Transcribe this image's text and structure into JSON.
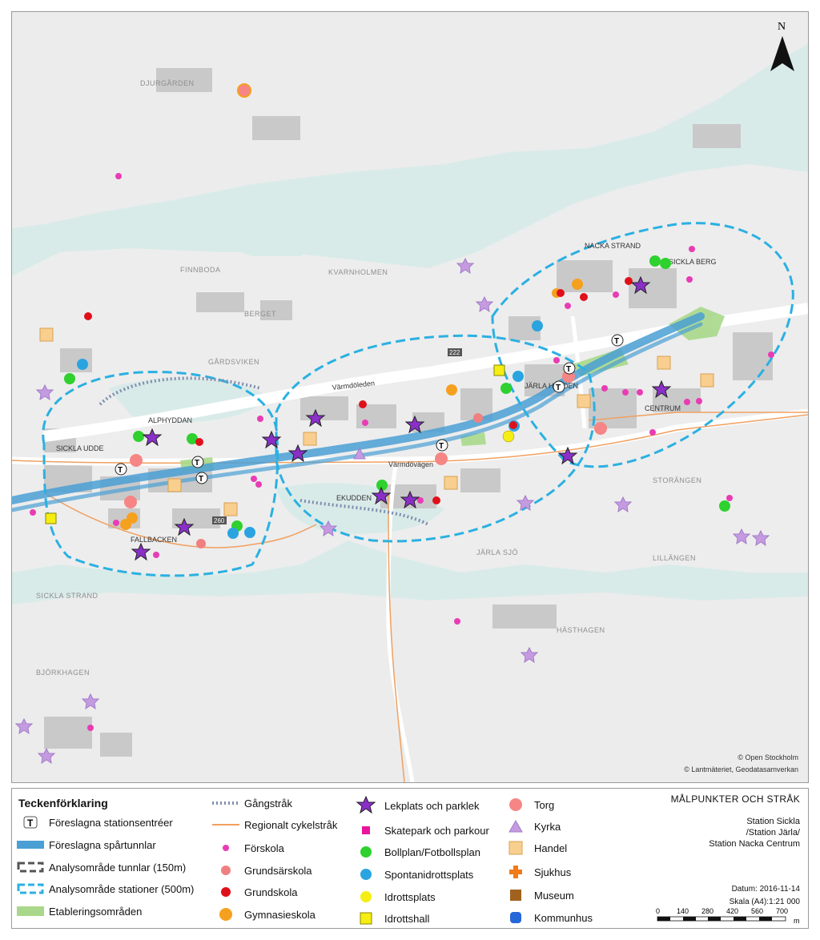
{
  "map": {
    "place_labels": [
      "DJURGÅRDEN",
      "FINNBODA",
      "KVARNHOLMEN",
      "BERGET",
      "GÅRDSVIKEN",
      "ALPHYDDAN",
      "SICKLA UDDE",
      "EKUDDEN",
      "JÄRLA SJÖ",
      "SICKLA STRAND",
      "BJÖRKHAGEN",
      "HÄSTHAGEN",
      "LILLÄNGEN",
      "STORÄNGEN",
      "NACKA STRAND",
      "SICKLA BERG",
      "JÄRLA HÖJDEN",
      "CENTRUM",
      "FALLBACKEN"
    ],
    "road_labels": [
      "Värmdöleden",
      "Värmdövägen"
    ],
    "route_numbers": [
      "222",
      "260"
    ],
    "credits": [
      "© Open Stockholm",
      "© Lantmäteriet, Geodatasamverkan"
    ],
    "north_label": "N"
  },
  "legend": {
    "title": "Teckenförklaring",
    "items": [
      {
        "id": "station-entrance",
        "label": "Föreslagna stationsentréer",
        "symbol": "T"
      },
      {
        "id": "rail-tunnel",
        "label": "Föreslagna spårtunnlar",
        "color": "#4a9fd4"
      },
      {
        "id": "analysis-tunnels",
        "label": "Analysområde tunnlar (150m)",
        "color": "#555555"
      },
      {
        "id": "analysis-stations",
        "label": "Analysområde stationer (500m)",
        "color": "#2bb0e2"
      },
      {
        "id": "establishment-areas",
        "label": "Etableringsområden",
        "color": "#a9d88a"
      },
      {
        "id": "walkway",
        "label": "Gångstråk",
        "color": "#7f8fae"
      },
      {
        "id": "regional-bike",
        "label": "Regionalt cykelstråk",
        "color": "#f0a060"
      },
      {
        "id": "preschool",
        "label": "Förskola",
        "color": "#e83cb4"
      },
      {
        "id": "special-school",
        "label": "Grundsärskola",
        "color": "#f08080"
      },
      {
        "id": "primary-school",
        "label": "Grundskola",
        "color": "#e0101a"
      },
      {
        "id": "high-school",
        "label": "Gymnasieskola",
        "color": "#f5a01e"
      },
      {
        "id": "playground",
        "label": "Lekplats och parklek",
        "color": "#8b2fc9"
      },
      {
        "id": "skatepark",
        "label": "Skatepark och parkour",
        "color": "#e8149c"
      },
      {
        "id": "football",
        "label": "Bollplan/Fotbollsplan",
        "color": "#2ed12e"
      },
      {
        "id": "spontaneous-sports",
        "label": "Spontanidrottsplats",
        "color": "#2aa4e0"
      },
      {
        "id": "sports-ground",
        "label": "Idrottsplats",
        "color": "#f6ee12"
      },
      {
        "id": "sports-hall",
        "label": "Idrottshall",
        "color": "#f6ee12"
      },
      {
        "id": "square",
        "label": "Torg",
        "color": "#f68585"
      },
      {
        "id": "church",
        "label": "Kyrka",
        "color": "#c49be0"
      },
      {
        "id": "retail",
        "label": "Handel",
        "color": "#f8cf8f"
      },
      {
        "id": "hospital",
        "label": "Sjukhus",
        "color": "#f27a18"
      },
      {
        "id": "museum",
        "label": "Museum",
        "color": "#a0621e"
      },
      {
        "id": "municipal-hall",
        "label": "Kommunhus",
        "color": "#2566d9"
      }
    ]
  },
  "title_block": {
    "title": "MÅLPUNKTER OCH STRÅK",
    "subtitle_lines": [
      "Station Sickla",
      "/Station Järla/",
      "Station Nacka Centrum"
    ],
    "date": "Datum: 2016-11-14",
    "scale": "Skala (A4):1:21 000",
    "scale_ticks": [
      "0",
      "140",
      "280",
      "420",
      "560",
      "700"
    ],
    "scale_unit": "m"
  }
}
